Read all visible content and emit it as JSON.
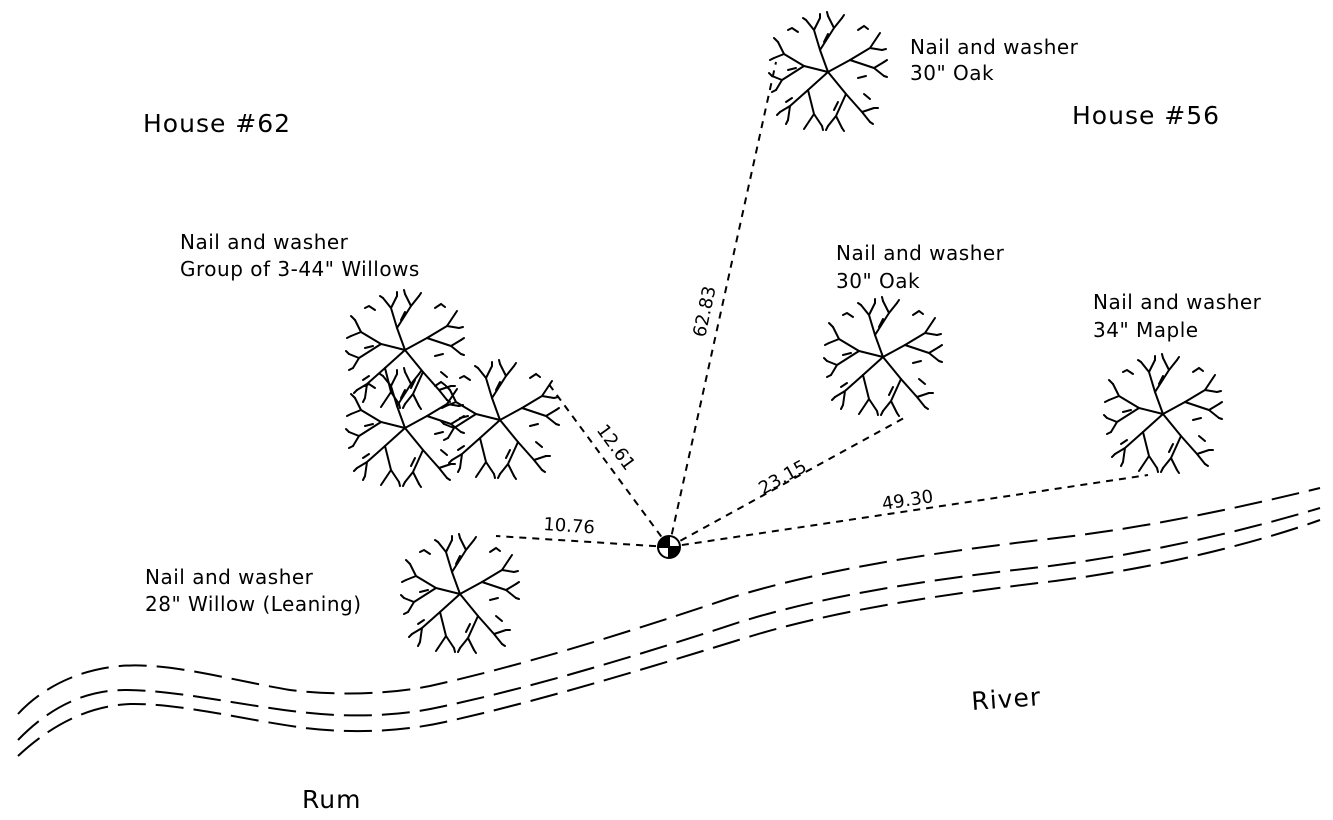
{
  "houses": {
    "left": "House #62",
    "right": "House #56"
  },
  "river": {
    "name_part_1": "River",
    "name_part_2": "Rum"
  },
  "trees": [
    {
      "id": "oak-north",
      "line1": "Nail and washer",
      "line2": "30\" Oak",
      "distance": "62.83"
    },
    {
      "id": "oak-center",
      "line1": "Nail and washer",
      "line2": "30\" Oak",
      "distance": "23.15"
    },
    {
      "id": "maple",
      "line1": "Nail and washer",
      "line2": "34\" Maple",
      "distance": "49.30"
    },
    {
      "id": "willows-group",
      "line1": "Nail and washer",
      "line2": "Group of 3-44\" Willows",
      "distance": "12.61"
    },
    {
      "id": "willow-leaning",
      "line1": "Nail and washer",
      "line2": "28\" Willow (Leaning)",
      "distance": "10.76"
    }
  ],
  "icons": {
    "control_point": "survey-control-point-icon",
    "tree": "tree-symbol-icon"
  }
}
